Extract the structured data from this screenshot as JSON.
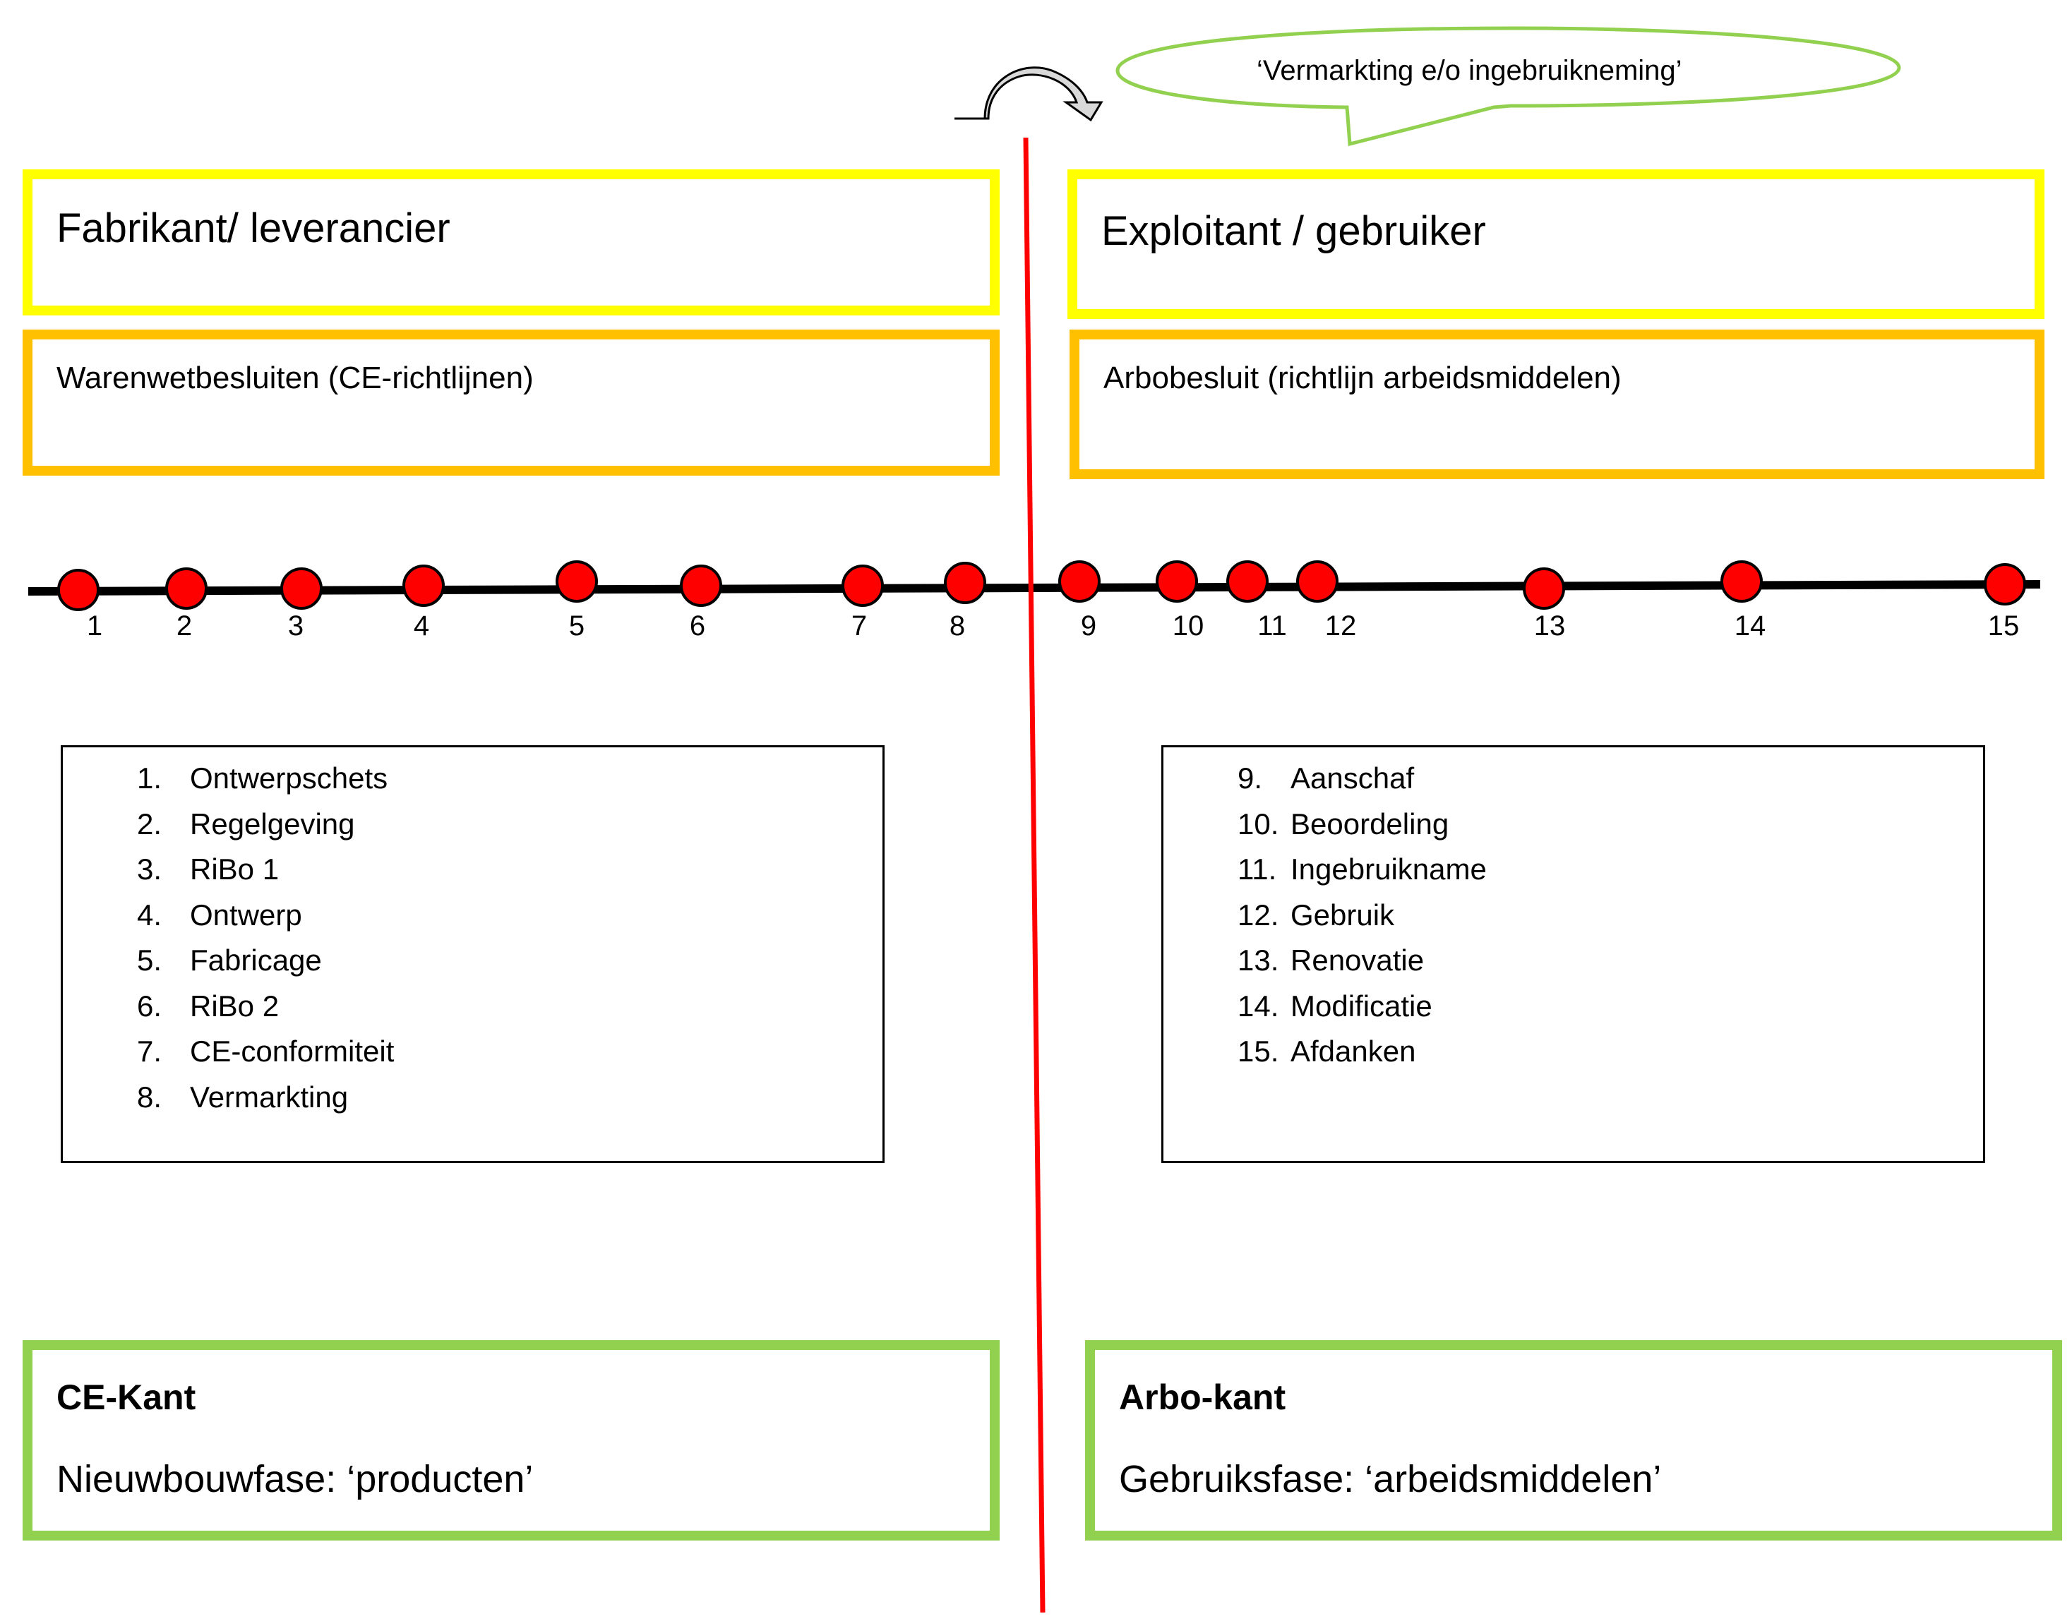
{
  "callout": {
    "text": "‘Vermarkting e/o ingebruikneming’"
  },
  "left": {
    "role_title": "Fabrikant/ leverancier",
    "regulation": "Warenwetbesluiten (CE-richtlijnen)",
    "kant_title": "CE-Kant",
    "kant_phase": "Nieuwbouwfase: ‘producten’"
  },
  "right": {
    "role_title": "Exploitant / gebruiker",
    "regulation": "Arbobesluit (richtlijn arbeidsmiddelen)",
    "kant_title": "Arbo-kant",
    "kant_phase": "Gebruiksfase: ‘arbeidsmiddelen’"
  },
  "timeline": {
    "points": [
      "1",
      "2",
      "3",
      "4",
      "5",
      "6",
      "7",
      "8",
      "9",
      "10",
      "11",
      "12",
      "13",
      "14",
      "15"
    ]
  },
  "steps_left": [
    {
      "num": "1.",
      "label": "Ontwerpschets"
    },
    {
      "num": "2.",
      "label": "Regelgeving"
    },
    {
      "num": "3.",
      "label": "RiBo 1"
    },
    {
      "num": "4.",
      "label": "Ontwerp"
    },
    {
      "num": "5.",
      "label": "Fabricage"
    },
    {
      "num": "6.",
      "label": "RiBo 2"
    },
    {
      "num": "7.",
      "label": "CE-conformiteit"
    },
    {
      "num": "8.",
      "label": "Vermarkting"
    }
  ],
  "steps_right": [
    {
      "num": "9.",
      "label": "Aanschaf"
    },
    {
      "num": "10.",
      "label": "Beoordeling"
    },
    {
      "num": "11.",
      "label": "Ingebruikname"
    },
    {
      "num": "12.",
      "label": "Gebruik"
    },
    {
      "num": "13.",
      "label": "Renovatie"
    },
    {
      "num": "14.",
      "label": "Modificatie"
    },
    {
      "num": "15.",
      "label": "Afdanken"
    }
  ],
  "colors": {
    "role_border": "#ffff00",
    "regulation_border": "#ffc000",
    "kant_border": "#92d050",
    "divider": "#ff0000",
    "point_fill": "#ff0000",
    "callout_border": "#92d050",
    "arrow_fill": "#d9d9d9"
  }
}
